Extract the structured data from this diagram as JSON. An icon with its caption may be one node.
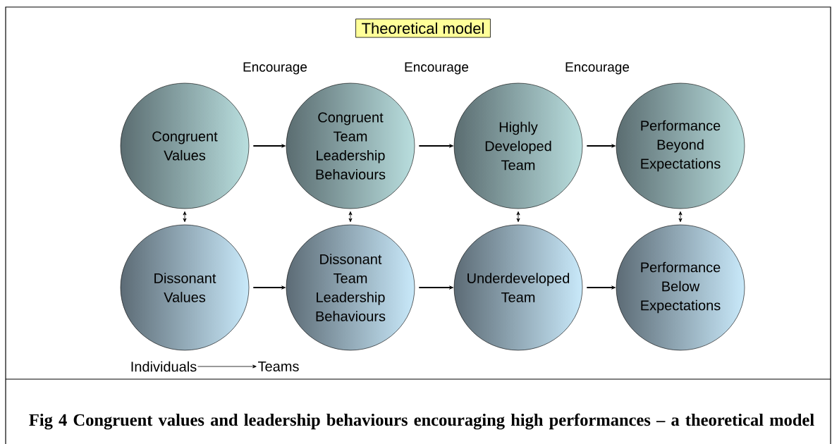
{
  "diagram": {
    "title": "Theoretical model",
    "caption": "Fig 4 Congruent values and leadership behaviours encouraging high performances – a theoretical model",
    "nodes": [
      {
        "text": [
          "Congruent Values"
        ]
      },
      {
        "text": [
          "Congruent Team Leadership Behaviours"
        ]
      },
      {
        "text": [
          "Highly Developed Team"
        ]
      },
      {
        "text": [
          "Performance Beyond Expectations"
        ]
      },
      {
        "text": [
          "Dissonant Values"
        ]
      },
      {
        "text": [
          "Dissonant Team Leadership Behaviours"
        ]
      },
      {
        "text": [
          "Underdeveloped Team"
        ]
      },
      {
        "text": [
          "Performance Below Expectations"
        ]
      },
      {
        "text": [
          "Individuals"
        ]
      },
      {
        "text": [
          "Teams"
        ]
      }
    ],
    "edges": [
      {
        "from": 0,
        "to": 1,
        "arrow": "to"
      },
      {
        "from": 1,
        "to": 2,
        "arrow": "to"
      },
      {
        "from": 2,
        "to": 3,
        "arrow": "to"
      },
      {
        "from": 4,
        "to": 5,
        "arrow": "to"
      },
      {
        "from": 5,
        "to": 6,
        "arrow": "to"
      },
      {
        "from": 6,
        "to": 7,
        "arrow": "to"
      },
      {
        "from": 0,
        "to": 4,
        "arrow": "both"
      },
      {
        "from": 1,
        "to": 5,
        "arrow": "both"
      },
      {
        "from": 2,
        "to": 6,
        "arrow": "both"
      },
      {
        "from": 3,
        "to": 7,
        "arrow": "both"
      },
      {
        "from": 8,
        "to": 9,
        "arrow": "to"
      }
    ],
    "labels": [
      "Encourage",
      "Encourage",
      "Encourage"
    ]
  }
}
